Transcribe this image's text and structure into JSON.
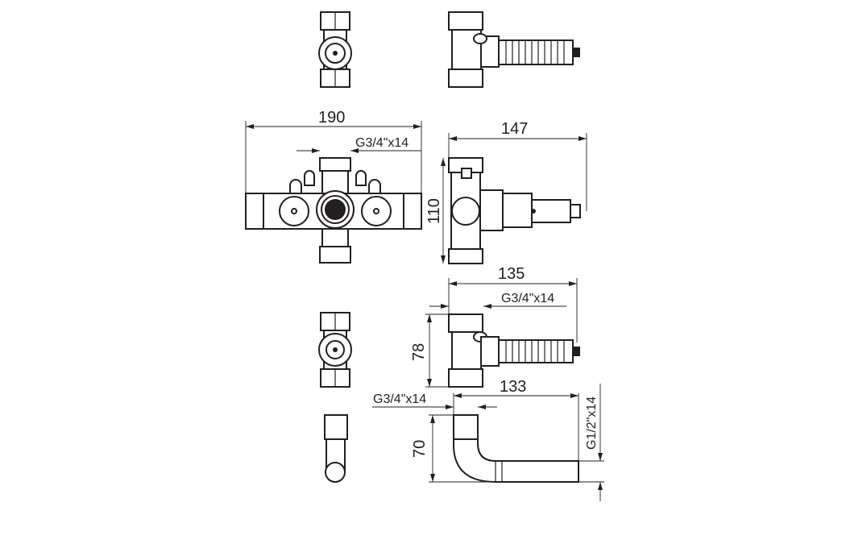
{
  "dimensions": {
    "main_width": "190",
    "main_thread": "G3/4\"x14",
    "side_depth": "147",
    "side_height": "110",
    "lower_depth": "135",
    "lower_thread": "G3/4\"x14",
    "lower_height": "78",
    "elbow_length": "133",
    "elbow_inlet_thread": "G3/4\"x14",
    "elbow_height": "70",
    "elbow_outlet_thread": "G1/2\"x14"
  },
  "colors": {
    "line": "#231f20",
    "background": "#ffffff"
  }
}
